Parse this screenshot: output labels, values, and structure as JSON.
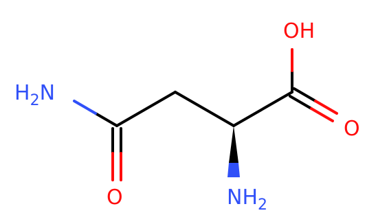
{
  "molecule": {
    "colors": {
      "carbon": "#000000",
      "oxygen": "#ff0d0d",
      "nitrogen": "#3050f8"
    },
    "labels": {
      "oh": "OH",
      "o_acid": "O",
      "o_amide": "O",
      "h2n_h": "H",
      "h2n_sub": "2",
      "h2n_n": "N",
      "nh2_n": "NH",
      "nh2_sub": "2"
    }
  }
}
